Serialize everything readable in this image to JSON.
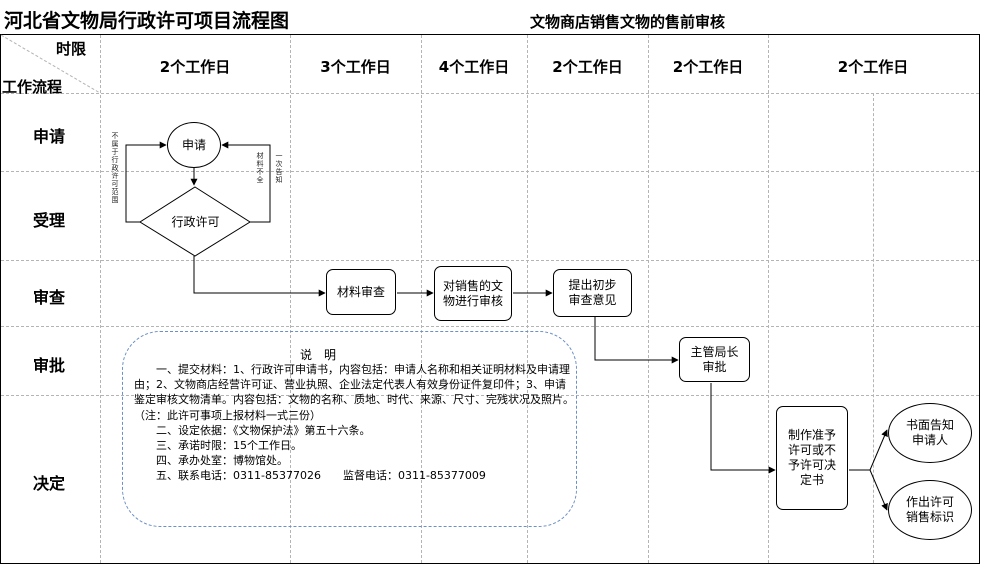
{
  "title": "河北省文物局行政许可项目流程图",
  "subtitle": "文物商店销售文物的售前审核",
  "header": {
    "time_limit_label": "时限",
    "workflow_label": "工作流程",
    "columns": [
      "2个工作日",
      "3个工作日",
      "4个工作日",
      "2个工作日",
      "2个工作日",
      "2个工作日"
    ]
  },
  "stages": [
    "申请",
    "受理",
    "审查",
    "审批",
    "决定"
  ],
  "nodes": {
    "apply": "申请",
    "admin_permit": "行政许可",
    "material_review": "材料审查",
    "relic_review": "对销售的文物进行审核",
    "preliminary_opinion": "提出初步审查意见",
    "director_approval": "主管局长审批",
    "make_decision": "制作准予许可或不予许可决定书",
    "notify_applicant": "书面告知申请人",
    "issue_label": "作出许可销售标识"
  },
  "side_notes": {
    "left": "不属于行政许可范围",
    "right_inner": "材料不全",
    "right_outer": "一次告知"
  },
  "note": {
    "title": "说　明",
    "lines": [
      "一、提交材料：1、行政许可申请书，内容包括：申请人名称和相关证明材料及申请理由；2、文物商店经营许可证、营业执照、企业法定代表人有效身份证件复印件；3、申请鉴定审核文物清单。内容包括：文物的名称、质地、时代、来源、尺寸、完残状况及照片。（注：此许可事项上报材料一式三份）",
      "二、设定依据：《文物保护法》第五十六条。",
      "三、承诺时限：15个工作日。",
      "四、承办处室：博物馆处。",
      "五、联系电话：0311-85377026　　监督电话：0311-85377009"
    ]
  }
}
